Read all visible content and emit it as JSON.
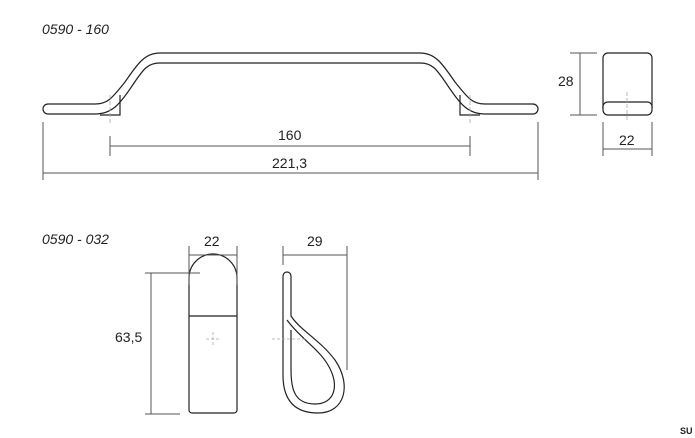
{
  "drawing_1": {
    "code": "0590 - 160",
    "dim_hole_spacing": "160",
    "dim_total_length": "221,3",
    "dim_height": "28",
    "dim_width": "22"
  },
  "drawing_2": {
    "code": "0590 - 032",
    "dim_width": "22",
    "dim_depth": "29",
    "dim_height": "63,5"
  },
  "footer": {
    "mark": "SU"
  },
  "colors": {
    "line": "#222222",
    "dim_line": "#555555",
    "center_line": "#aaaaaa"
  }
}
